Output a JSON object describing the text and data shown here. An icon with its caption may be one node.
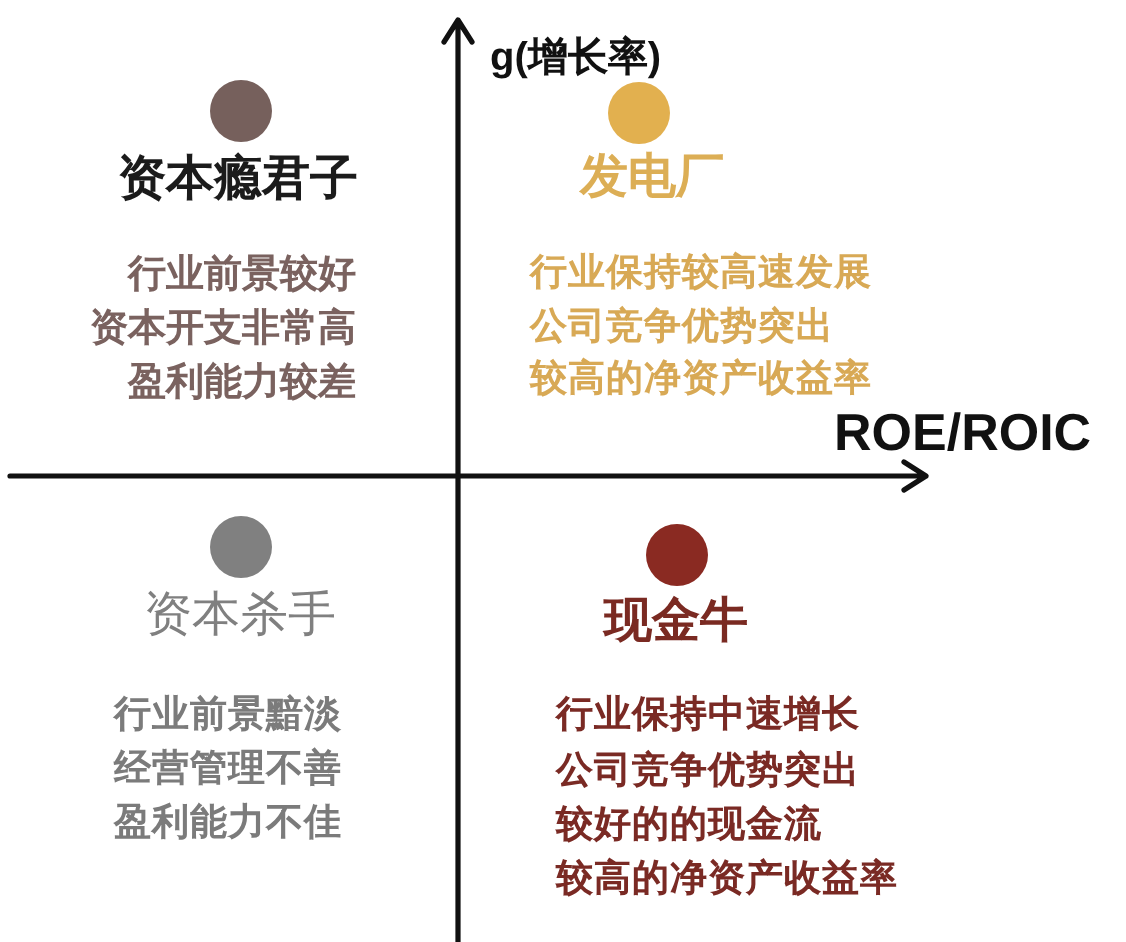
{
  "diagram": {
    "labels": [
      "g(增长率)",
      "资本瘾君子",
      "行业前景较好",
      "资本开支非常高",
      "盈利能力较差",
      "发电厂",
      "行业保持较高速发展",
      "公司竞争优势突出",
      "较高的净资产收益率",
      "ROE/ROIC",
      "资本杀手",
      "行业前景黯淡",
      "经营管理不善",
      "盈利能力不佳",
      "现金牛",
      "行业保持中速增长",
      "公司竞争优势突出",
      "较好的的现金流",
      "较高的净资产收益率"
    ]
  }
}
